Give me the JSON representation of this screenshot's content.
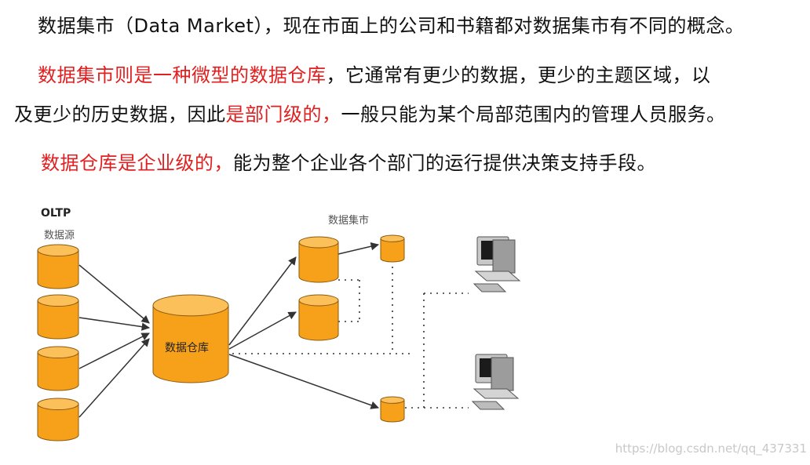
{
  "text": {
    "p1": "数据集市（Data Market），现在市面上的公司和书籍都对数据集市有不同的概念。",
    "p2_red": "数据集市则是一种微型的数据仓库",
    "p2_rest_line1": "，它通常有更少的数据，更少的主题区域，以",
    "p2_line2_pre": "及更少的历史数据，因此",
    "p2_line2_red": "是部门级的，",
    "p2_line2_post": "一般只能为某个局部范围内的管理人员服务。",
    "p3_red": "数据仓库是企业级的，",
    "p3_rest": "能为整个企业各个部门的运行提供决策支持手段。"
  },
  "diagram": {
    "oltp_label": "OLTP",
    "source_label": "数据源",
    "warehouse_label": "数据仓库",
    "datamart_label": "数据集市",
    "colors": {
      "cylinder_fill": "#f7a11a",
      "cylinder_top": "#fbc05a",
      "cylinder_stroke": "#8a5a10",
      "arrow": "#333333"
    }
  },
  "watermark": "https://blog.csdn.net/qq_437331"
}
